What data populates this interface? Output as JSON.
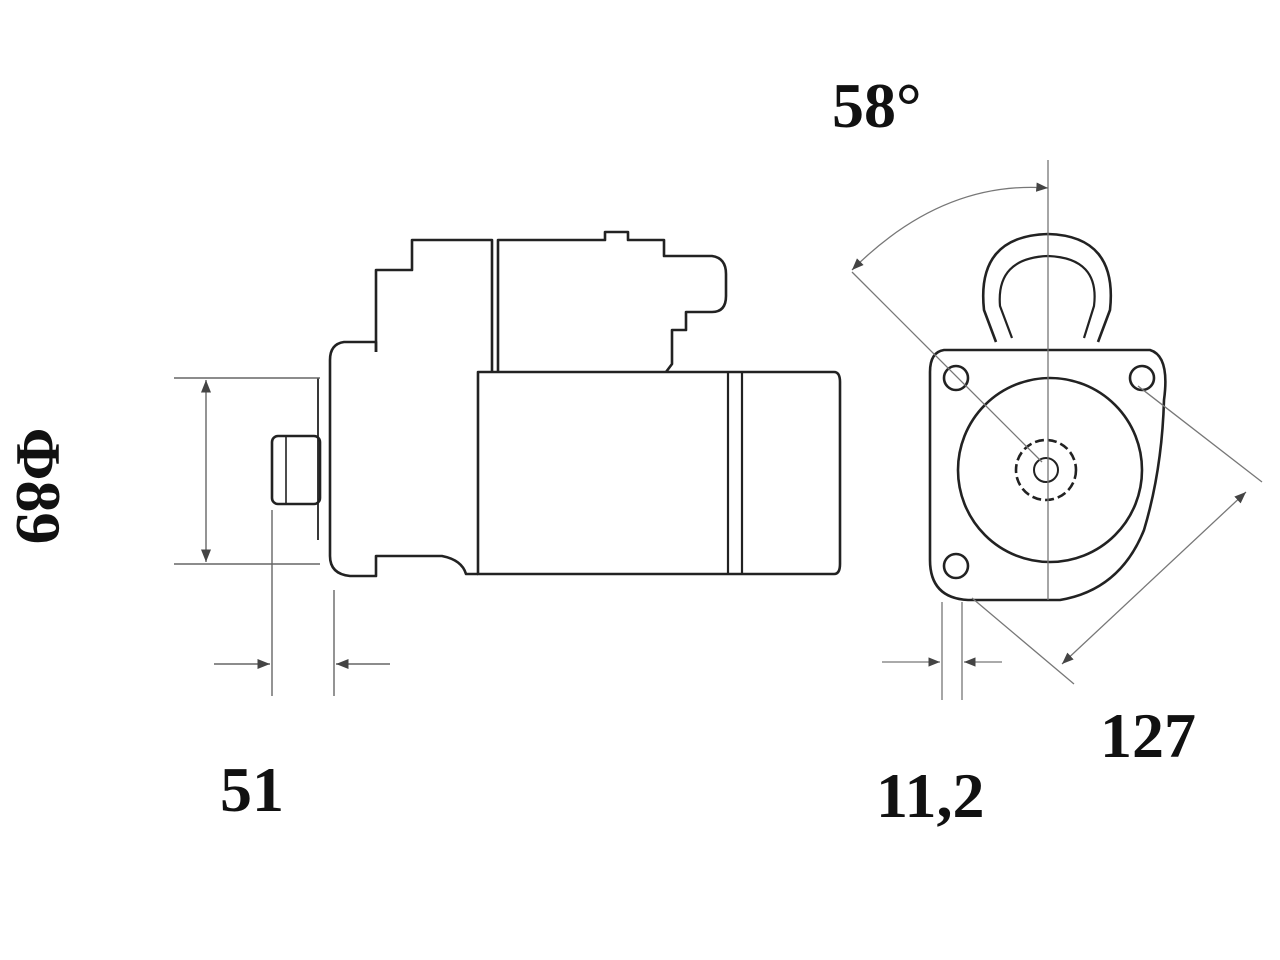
{
  "dimensions": {
    "diameter": "Φ89",
    "angle": "58°",
    "shaft_length": "51",
    "flange_thickness": "11,2",
    "bolt_span": "127"
  },
  "colors": {
    "line": "#222222",
    "thin_line": "#666666",
    "text": "#111111",
    "background": "#ffffff"
  }
}
